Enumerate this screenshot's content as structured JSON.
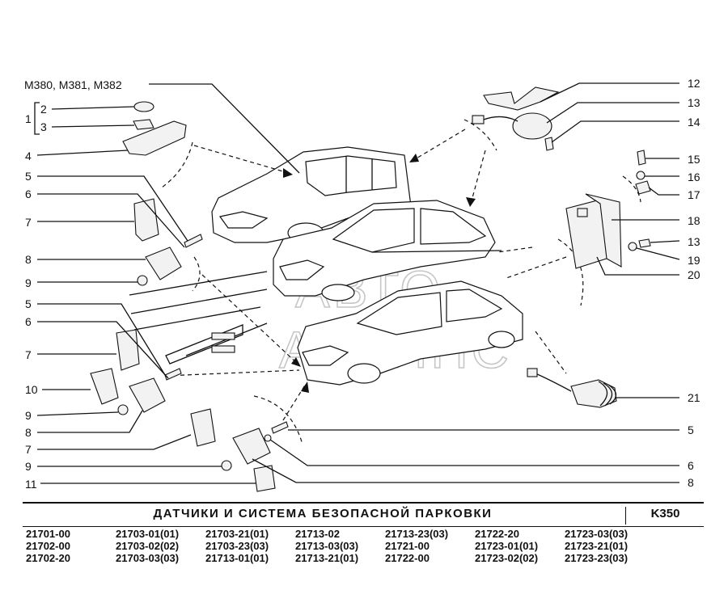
{
  "header": {
    "reference": "M380, M381, M382"
  },
  "callouts": {
    "c1": "1",
    "c2": "2",
    "c3": "3",
    "c4": "4",
    "c5a": "5",
    "c6a": "6",
    "c7a": "7",
    "c8a": "8",
    "c9a": "9",
    "c5b": "5",
    "c6b": "6",
    "c7b": "7",
    "c10": "10",
    "c9b": "9",
    "c8b": "8",
    "c7c": "7",
    "c9c": "9",
    "c11": "11",
    "c12": "12",
    "c13a": "13",
    "c14": "14",
    "c15": "15",
    "c16": "16",
    "c17": "17",
    "c18": "18",
    "c13b": "13",
    "c19": "19",
    "c20": "20",
    "c21": "21",
    "c5c": "5",
    "c6c": "6",
    "c8c": "8"
  },
  "watermark": {
    "line1": "АВТО",
    "line2": "АЛЬЯНС"
  },
  "footer": {
    "title": "ДАТЧИКИ И СИСТЕМА БЕЗОПАСНОЙ ПАРКОВКИ",
    "code": "K350",
    "models": [
      "21701-00",
      "21703-01(01)",
      "21703-21(01)",
      "21713-02",
      "21713-23(03)",
      "21722-20",
      "21723-03(03)",
      "21702-00",
      "21703-02(02)",
      "21703-23(03)",
      "21713-03(03)",
      "21721-00",
      "21723-01(01)",
      "21723-21(01)",
      "21702-20",
      "21703-03(03)",
      "21713-01(01)",
      "21713-21(01)",
      "21722-00",
      "21723-02(02)",
      "21723-23(03)"
    ]
  }
}
